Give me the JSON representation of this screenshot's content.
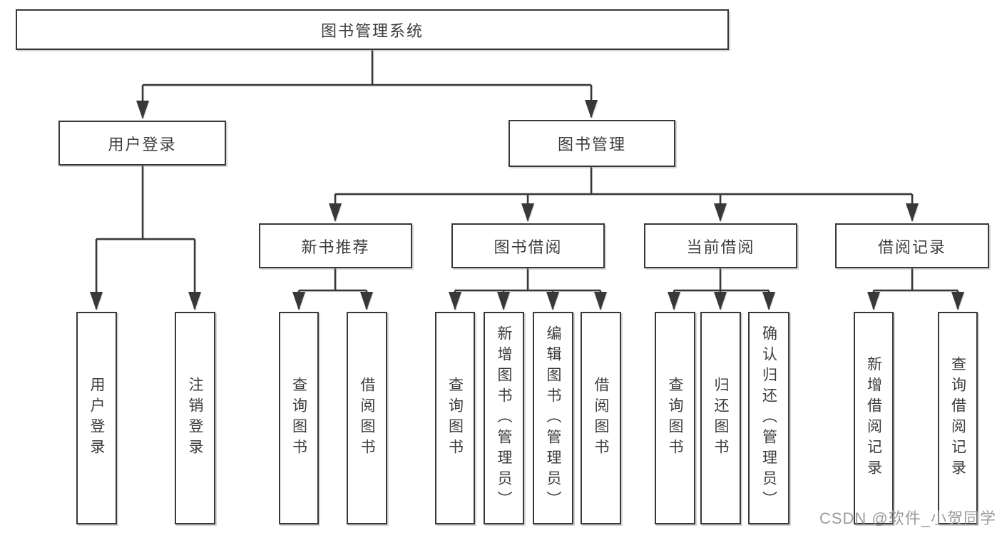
{
  "diagram": {
    "type": "tree-structure-chart",
    "watermark": "CSDN @软件_小贺同学",
    "colors": {
      "line": "#383838",
      "text": "#3d3d3d",
      "box_background": "#ffffff",
      "page_background": "#ffffff",
      "watermark": "#949494"
    },
    "nodes": {
      "root": "图书管理系统",
      "user_login": "用户登录",
      "book_mgmt": "图书管理",
      "new_book_rec": "新书推荐",
      "book_borrow": "图书借阅",
      "current_borrow": "当前借阅",
      "borrow_record": "借阅记录",
      "ul_login": "用户登录",
      "ul_logout": "注销登录",
      "nbr_query": "查询图书",
      "nbr_borrow": "借阅图书",
      "bb_query": "查询图书",
      "bb_add": "新增图书（管理员）",
      "bb_edit": "编辑图书（管理员）",
      "bb_borrow": "借阅图书",
      "cb_query": "查询图书",
      "cb_return": "归还图书",
      "cb_confirm": "确认归还（管理员）",
      "br_add": "新增借阅记录",
      "br_query": "查询借阅记录"
    },
    "hierarchy": {
      "图书管理系统": {
        "用户登录": [
          "用户登录",
          "注销登录"
        ],
        "图书管理": {
          "新书推荐": [
            "查询图书",
            "借阅图书"
          ],
          "图书借阅": [
            "查询图书",
            "新增图书（管理员）",
            "编辑图书（管理员）",
            "借阅图书"
          ],
          "当前借阅": [
            "查询图书",
            "归还图书",
            "确认归还（管理员）"
          ],
          "借阅记录": [
            "新增借阅记录",
            "查询借阅记录"
          ]
        }
      }
    }
  }
}
